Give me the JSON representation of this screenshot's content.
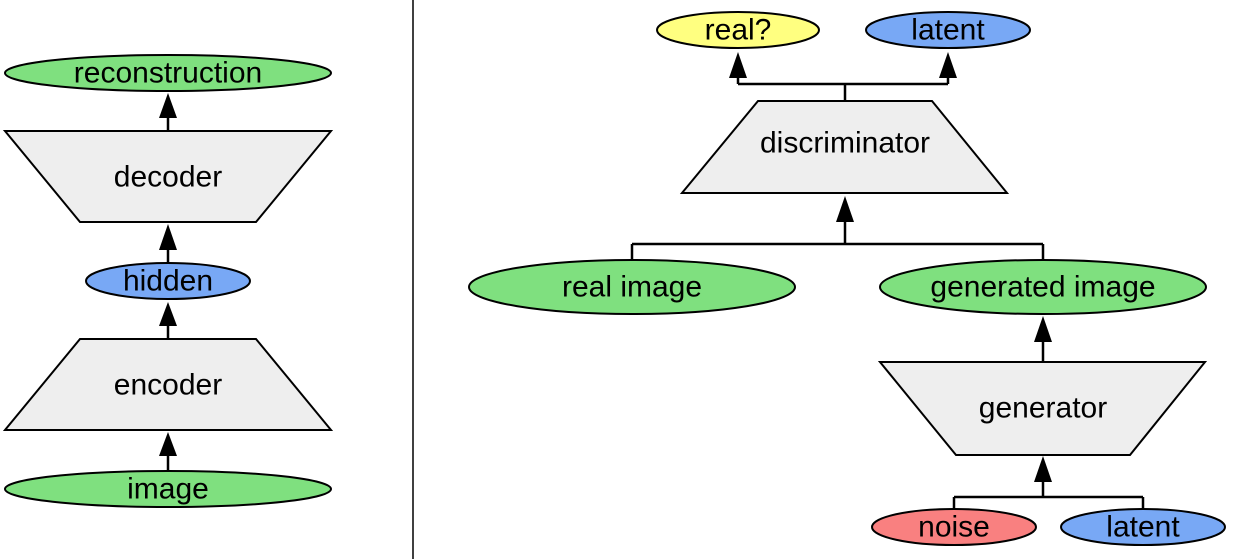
{
  "colors": {
    "green": "#7fe07f",
    "blue": "#78a8f5",
    "yellow": "#ffff80",
    "red": "#f98080",
    "gray": "#eeeeee"
  },
  "autoencoder": {
    "reconstruction": "reconstruction",
    "decoder": "decoder",
    "hidden": "hidden",
    "encoder": "encoder",
    "image": "image"
  },
  "gan": {
    "real_output": "real?",
    "latent_output": "latent",
    "discriminator": "discriminator",
    "real_image": "real image",
    "generated_image": "generated image",
    "generator": "generator",
    "noise": "noise",
    "latent_input": "latent"
  }
}
